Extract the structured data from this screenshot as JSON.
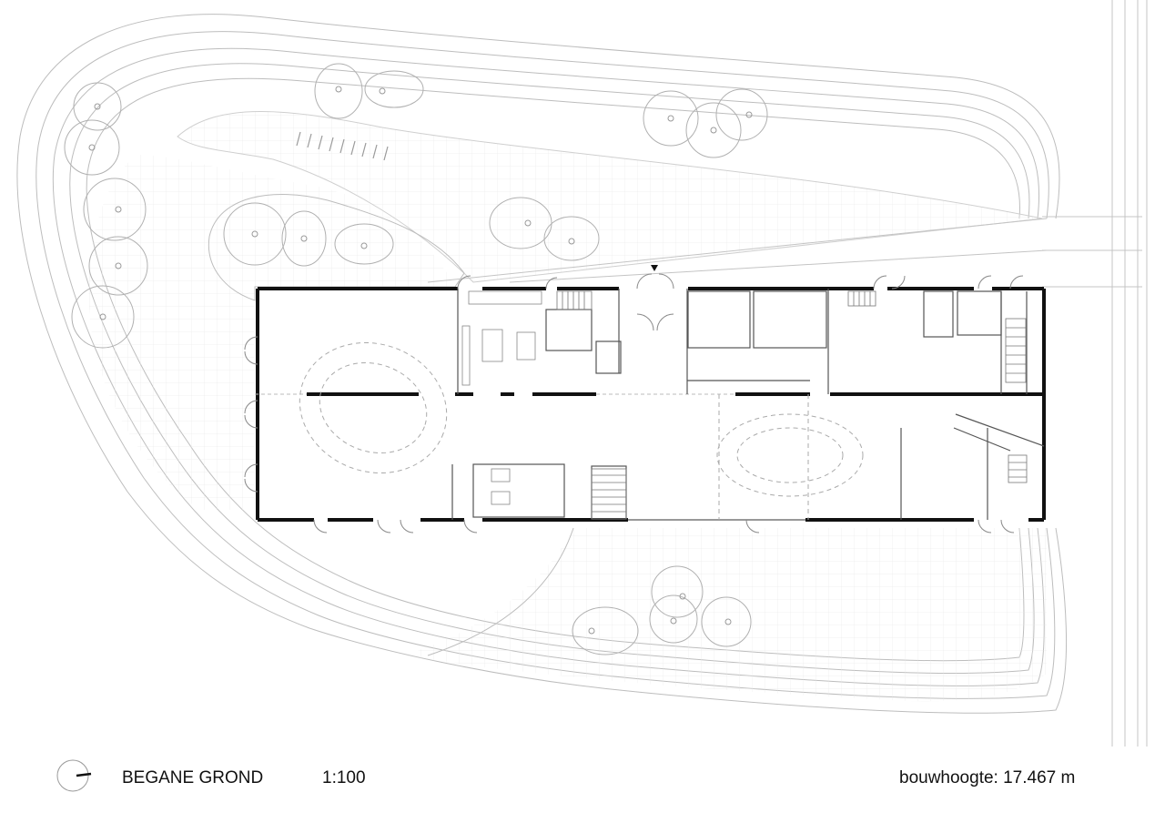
{
  "drawing": {
    "title": "BEGANE GROND",
    "scale": "1:100",
    "building_height": "bouwhoogte: 17.467 m"
  },
  "icons": {
    "north_arrow": "north-arrow-icon",
    "entrance_marker": "entrance-triangle-icon"
  }
}
